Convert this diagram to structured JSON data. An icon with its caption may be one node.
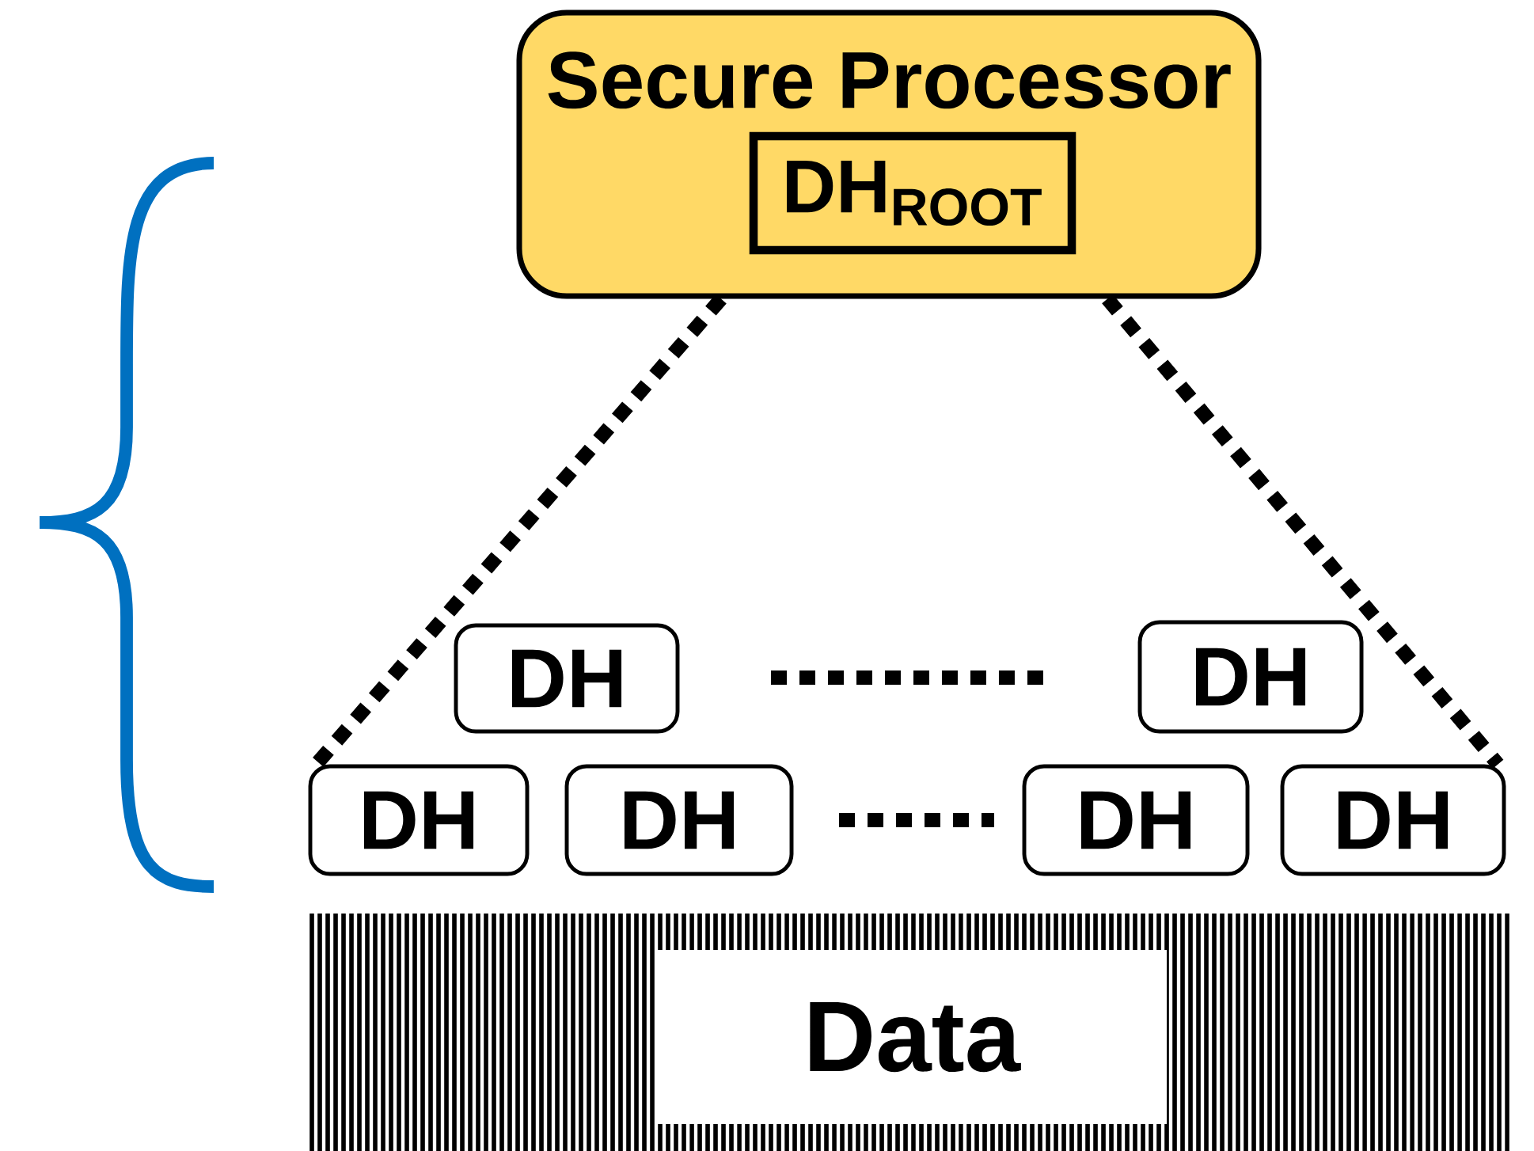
{
  "diagram": {
    "nodes": [
      {
        "text": [
          "Secure Processor"
        ]
      },
      {
        "text": [
          "DH$_{ROOT}$"
        ],
        "in": 0
      },
      {
        "text": [
          "DH"
        ]
      },
      {
        "text": [
          "DH"
        ]
      },
      {
        "text": [
          "DH"
        ]
      },
      {
        "text": [
          "DH"
        ]
      },
      {
        "text": [
          "DH"
        ]
      },
      {
        "text": [
          "DH"
        ]
      },
      {
        "text": [
          "Data"
        ]
      }
    ],
    "edges": [
      {
        "from": 0,
        "to": 4,
        "arrow": "none",
        "style": "dashed"
      },
      {
        "from": 0,
        "to": 7,
        "arrow": "none",
        "style": "dashed"
      }
    ]
  }
}
